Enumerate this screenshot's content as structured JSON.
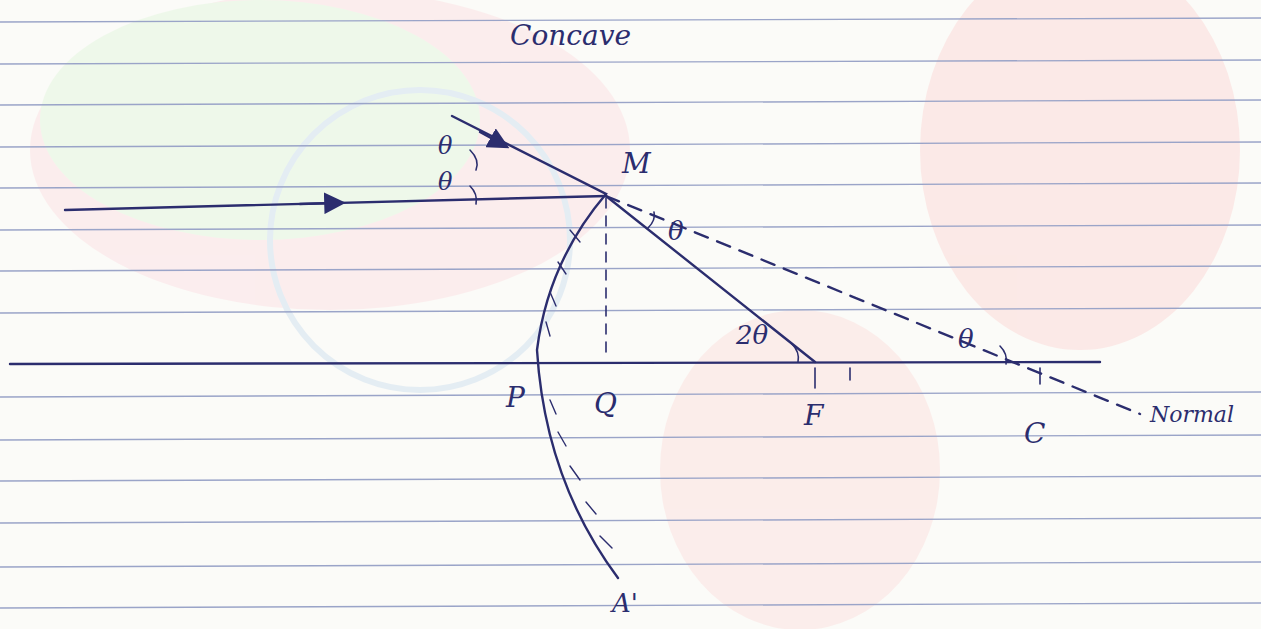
{
  "diagram": {
    "labels": [
      "Concave",
      "θ",
      "θ",
      "M",
      "θ",
      "2θ",
      "θ",
      "P",
      "Q",
      "F",
      "C",
      "Normal",
      "A'"
    ]
  }
}
